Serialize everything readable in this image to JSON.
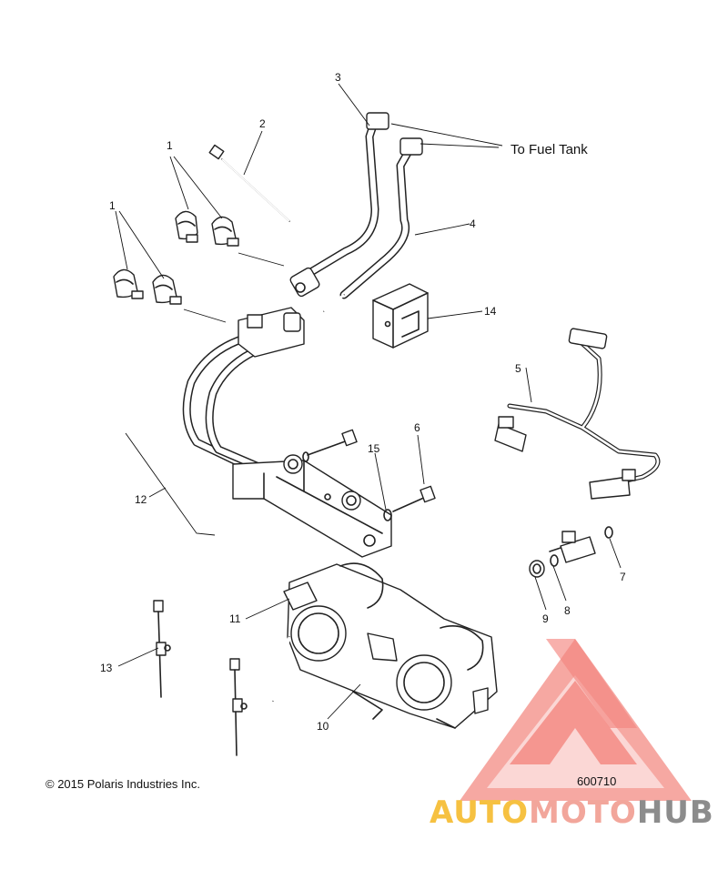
{
  "diagram": {
    "callouts": {
      "c1a": "1",
      "c1b": "1",
      "c2": "2",
      "c3": "3",
      "c4": "4",
      "c5": "5",
      "c6": "6",
      "c7": "7",
      "c8": "8",
      "c9": "9",
      "c10": "10",
      "c11": "11",
      "c12": "12",
      "c13": "13",
      "c14": "14",
      "c15": "15"
    },
    "note_fuel_tank": "To Fuel Tank",
    "copyright": "© 2015 Polaris Industries Inc.",
    "figure_number": "600710"
  },
  "watermark": {
    "text_part1": "AUTO",
    "text_part2": "MOTO",
    "text_part3": "HUB",
    "colors": {
      "part1": "#f6c141",
      "part2": "#f2a69b",
      "part3": "#8c8c8c",
      "triangle": "#f0584e"
    }
  }
}
